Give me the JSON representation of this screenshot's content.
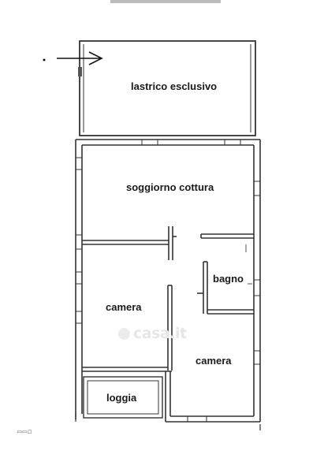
{
  "rooms": {
    "terrace": "lastrico esclusivo",
    "living": "soggiorno cottura",
    "bathroom": "bagno",
    "bedroom_left": "camera",
    "bedroom_right": "camera",
    "loggia": "loggia"
  },
  "watermark": "casa.it",
  "colors": {
    "wall": "#333333",
    "background": "#ffffff",
    "watermark": "#e6e6e6"
  },
  "icons": {
    "arrow": "arrow-right-icon"
  }
}
